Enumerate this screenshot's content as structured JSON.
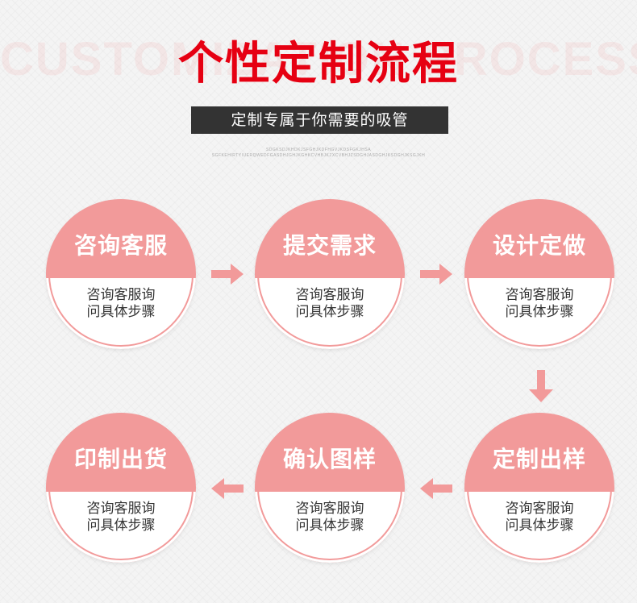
{
  "header": {
    "background_word": "CUSTOMIZATION PROCESS",
    "title": "个性定制流程",
    "subtitle": "定制专属于你需要的吸管",
    "fine_print_1": "SDGKSDJKHDKJSFGHJKDFHGVJKDSFGKJHSA",
    "fine_print_2": "SGFKEHIRTYIUERQWEDFGASDHJGHJKGHKCVHBJKZXCVBHJZSDGHJASDGHJKSDGHJKSGJKH"
  },
  "steps": [
    {
      "title": "咨询客服",
      "desc_line1": "咨询客服询",
      "desc_line2": "问具体步骤"
    },
    {
      "title": "提交需求",
      "desc_line1": "咨询客服询",
      "desc_line2": "问具体步骤"
    },
    {
      "title": "设计定做",
      "desc_line1": "咨询客服询",
      "desc_line2": "问具体步骤"
    },
    {
      "title": "定制出样",
      "desc_line1": "咨询客服询",
      "desc_line2": "问具体步骤"
    },
    {
      "title": "确认图样",
      "desc_line1": "咨询客服询",
      "desc_line2": "问具体步骤"
    },
    {
      "title": "印制出货",
      "desc_line1": "咨询客服询",
      "desc_line2": "问具体步骤"
    }
  ],
  "arrows": [
    {
      "icon": "arrow-right-icon"
    },
    {
      "icon": "arrow-right-icon"
    },
    {
      "icon": "arrow-down-icon"
    },
    {
      "icon": "arrow-left-icon"
    },
    {
      "icon": "arrow-left-icon"
    }
  ],
  "colors": {
    "accent_red": "#e60012",
    "circle_pink": "#f29a9a",
    "subtitle_bg": "#333333"
  }
}
